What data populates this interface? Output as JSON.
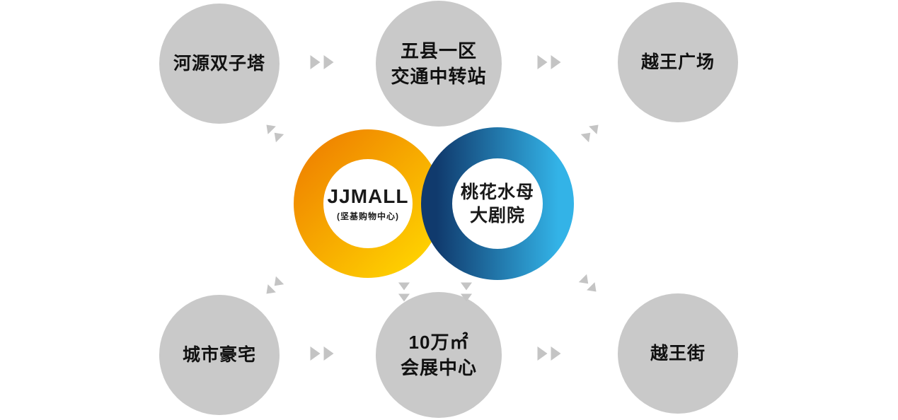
{
  "center": {
    "left_ring": {
      "title": "JJMALL",
      "subtitle": "(坚基购物中心)",
      "gradient_start": "#ef8200",
      "gradient_end": "#ffd400"
    },
    "right_ring": {
      "title_line1": "桃花水母",
      "title_line2": "大剧院",
      "gradient_start": "#103a6d",
      "gradient_end": "#33b3e7"
    }
  },
  "nodes": [
    {
      "id": "top-left",
      "label": "河源双子塔"
    },
    {
      "id": "top-center",
      "label_line1": "五县一区",
      "label_line2": "交通中转站"
    },
    {
      "id": "top-right",
      "label": "越王广场"
    },
    {
      "id": "bottom-left",
      "label": "城市豪宅"
    },
    {
      "id": "bottom-center",
      "label_line1": "10万㎡",
      "label_line2": "会展中心"
    },
    {
      "id": "bottom-right",
      "label": "越王街"
    }
  ],
  "arrows": [
    {
      "from": "top-left",
      "to": "top-center",
      "direction": "right"
    },
    {
      "from": "top-center",
      "to": "top-right",
      "direction": "right"
    },
    {
      "from": "bottom-left",
      "to": "bottom-center",
      "direction": "right"
    },
    {
      "from": "bottom-center",
      "to": "bottom-right",
      "direction": "right"
    },
    {
      "from": "center",
      "to": "top-left",
      "direction": "up-left"
    },
    {
      "from": "center",
      "to": "top-right",
      "direction": "up-right"
    },
    {
      "from": "center",
      "to": "bottom-left",
      "direction": "down-left"
    },
    {
      "from": "center",
      "to": "bottom-center",
      "direction": "down"
    },
    {
      "from": "center",
      "to": "bottom-center",
      "direction": "down"
    },
    {
      "from": "center",
      "to": "bottom-right",
      "direction": "down-right"
    }
  ],
  "colors": {
    "node_bg": "#c9c9c9",
    "arrow": "#c4c4c4",
    "text": "#111111"
  }
}
